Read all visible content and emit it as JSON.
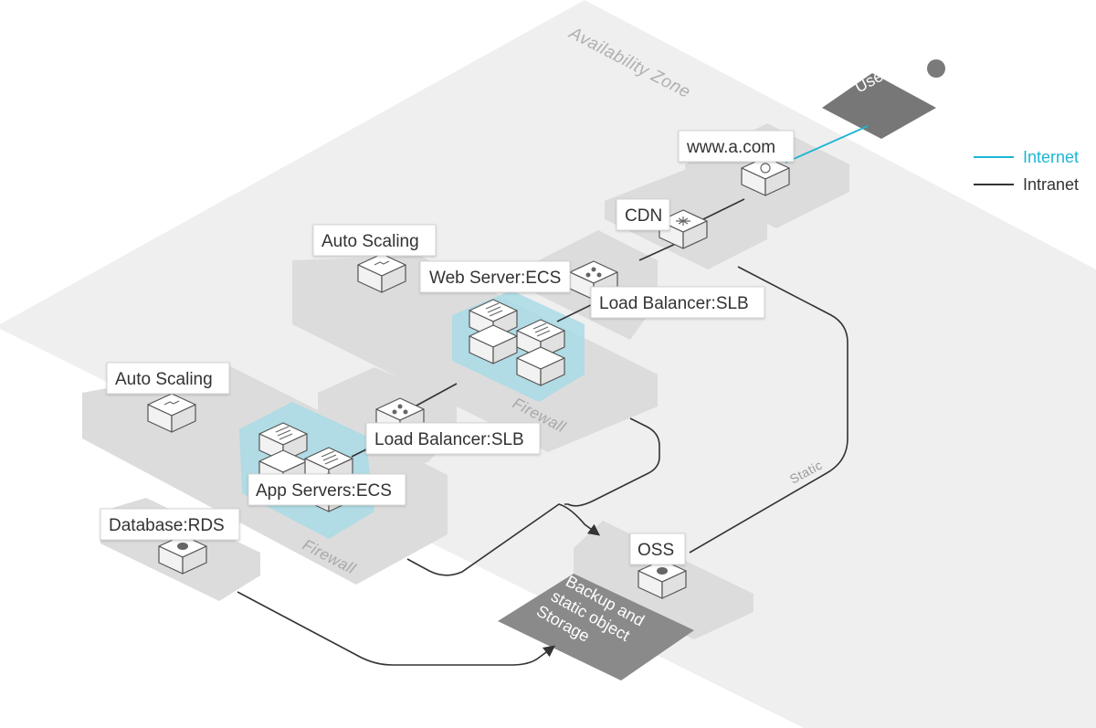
{
  "zone_label": "Availability Zone",
  "user": {
    "label": "User",
    "icon": "person-icon"
  },
  "nodes": {
    "website": {
      "label": "www.a.com",
      "icon": "globe-icon"
    },
    "cdn": {
      "label": "CDN",
      "icon": "cdn-icon"
    },
    "lb_web": {
      "label": "Load Balancer:SLB",
      "icon": "load-balancer-icon"
    },
    "web_server": {
      "label": "Web Server:ECS",
      "icon": "server-icon"
    },
    "auto_scaling_web": {
      "label": "Auto Scaling",
      "icon": "auto-scaling-icon"
    },
    "lb_app": {
      "label": "Load Balancer:SLB",
      "icon": "load-balancer-icon"
    },
    "app_servers": {
      "label": "App Servers:ECS",
      "icon": "server-icon"
    },
    "auto_scaling_app": {
      "label": "Auto Scaling",
      "icon": "auto-scaling-icon"
    },
    "database": {
      "label": "Database:RDS",
      "icon": "database-icon"
    },
    "oss": {
      "label": "OSS",
      "icon": "storage-icon"
    }
  },
  "firewall_label": "Firewall",
  "storage_plate": {
    "lines": [
      "Backup and",
      "static object",
      "Storage"
    ]
  },
  "static_label": "Static",
  "legend": [
    {
      "label": "Internet",
      "color": "#1cb6d3"
    },
    {
      "label": "Intranet",
      "color": "#333333"
    }
  ],
  "colors": {
    "internet": "#1cb6d3",
    "intranet": "#333333",
    "server_group_highlight": "#a9dbe6"
  }
}
